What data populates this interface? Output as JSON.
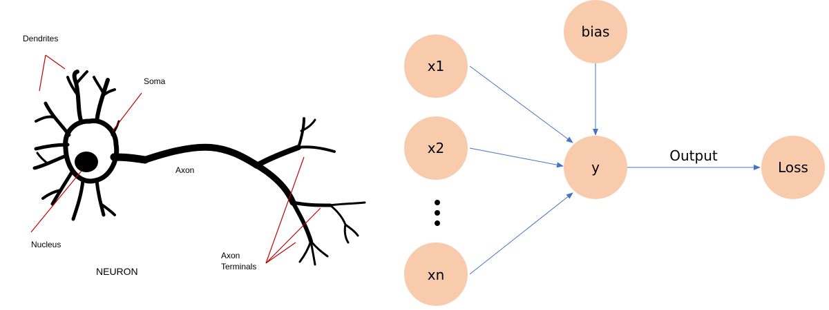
{
  "neuron": {
    "title": "NEURON",
    "labels": {
      "dendrites": "Dendrites",
      "soma": "Soma",
      "axon": "Axon",
      "nucleus": "Nucleus",
      "terminals_line1": "Axon",
      "terminals_line2": "Terminals"
    }
  },
  "network": {
    "nodes": {
      "x1": "x1",
      "x2": "x2",
      "xn": "xn",
      "bias": "bias",
      "y": "y",
      "loss": "Loss"
    },
    "output_label": "Output"
  },
  "colors": {
    "node_fill": "#f8cbad",
    "arrow": "#4472c4",
    "pointer": "#c00000",
    "neuron_ink": "#000000"
  }
}
